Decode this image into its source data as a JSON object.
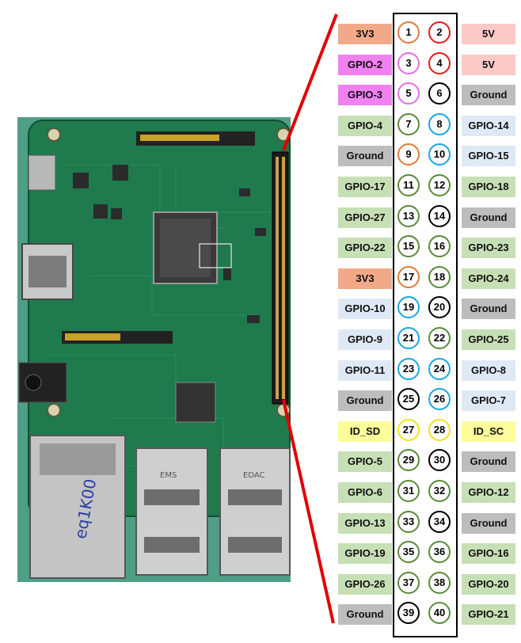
{
  "colors": {
    "power3v3": "#f2a988",
    "power5v": "#fbc9c6",
    "ground": "#bdbdbd",
    "gpio_green": "#c7dfb5",
    "gpio_blue": "#dfe9f6",
    "gpio_magenta": "#f180f1",
    "id": "#fdfd9c",
    "ring_orange": "#e07b39",
    "ring_red": "#e01c1c",
    "ring_pink": "#e46ee4",
    "ring_black": "#000000",
    "ring_green": "#5b8a3b",
    "ring_blue": "#1aa6e3",
    "ring_yellow": "#f2e21a",
    "callout": "#e00000"
  },
  "rows": [
    {
      "left": "3V3",
      "lfill": "power3v3",
      "odd": "1",
      "oring": "ring_orange",
      "even": "2",
      "ering": "ring_red",
      "right": "5V",
      "rfill": "power5v"
    },
    {
      "left": "GPIO-2",
      "lfill": "gpio_magenta",
      "odd": "3",
      "oring": "ring_pink",
      "even": "4",
      "ering": "ring_red",
      "right": "5V",
      "rfill": "power5v"
    },
    {
      "left": "GPIO-3",
      "lfill": "gpio_magenta",
      "odd": "5",
      "oring": "ring_pink",
      "even": "6",
      "ering": "ring_black",
      "right": "Ground",
      "rfill": "ground"
    },
    {
      "left": "GPIO-4",
      "lfill": "gpio_green",
      "odd": "7",
      "oring": "ring_green",
      "even": "8",
      "ering": "ring_blue",
      "right": "GPIO-14",
      "rfill": "gpio_blue"
    },
    {
      "left": "Ground",
      "lfill": "ground",
      "odd": "9",
      "oring": "ring_orange",
      "even": "10",
      "ering": "ring_blue",
      "right": "GPIO-15",
      "rfill": "gpio_blue"
    },
    {
      "left": "GPIO-17",
      "lfill": "gpio_green",
      "odd": "11",
      "oring": "ring_green",
      "even": "12",
      "ering": "ring_green",
      "right": "GPIO-18",
      "rfill": "gpio_green"
    },
    {
      "left": "GPIO-27",
      "lfill": "gpio_green",
      "odd": "13",
      "oring": "ring_green",
      "even": "14",
      "ering": "ring_black",
      "right": "Ground",
      "rfill": "ground"
    },
    {
      "left": "GPIO-22",
      "lfill": "gpio_green",
      "odd": "15",
      "oring": "ring_green",
      "even": "16",
      "ering": "ring_green",
      "right": "GPIO-23",
      "rfill": "gpio_green"
    },
    {
      "left": "3V3",
      "lfill": "power3v3",
      "odd": "17",
      "oring": "ring_orange",
      "even": "18",
      "ering": "ring_green",
      "right": "GPIO-24",
      "rfill": "gpio_green"
    },
    {
      "left": "GPIO-10",
      "lfill": "gpio_blue",
      "odd": "19",
      "oring": "ring_blue",
      "even": "20",
      "ering": "ring_black",
      "right": "Ground",
      "rfill": "ground"
    },
    {
      "left": "GPIO-9",
      "lfill": "gpio_blue",
      "odd": "21",
      "oring": "ring_blue",
      "even": "22",
      "ering": "ring_green",
      "right": "GPIO-25",
      "rfill": "gpio_green"
    },
    {
      "left": "GPIO-11",
      "lfill": "gpio_blue",
      "odd": "23",
      "oring": "ring_blue",
      "even": "24",
      "ering": "ring_blue",
      "right": "GPIO-8",
      "rfill": "gpio_blue"
    },
    {
      "left": "Ground",
      "lfill": "ground",
      "odd": "25",
      "oring": "ring_black",
      "even": "26",
      "ering": "ring_blue",
      "right": "GPIO-7",
      "rfill": "gpio_blue"
    },
    {
      "left": "ID_SD",
      "lfill": "id",
      "odd": "27",
      "oring": "ring_yellow",
      "even": "28",
      "ering": "ring_yellow",
      "right": "ID_SC",
      "rfill": "id"
    },
    {
      "left": "GPIO-5",
      "lfill": "gpio_green",
      "odd": "29",
      "oring": "ring_green",
      "even": "30",
      "ering": "ring_black",
      "right": "Ground",
      "rfill": "ground"
    },
    {
      "left": "GPIO-6",
      "lfill": "gpio_green",
      "odd": "31",
      "oring": "ring_green",
      "even": "32",
      "ering": "ring_green",
      "right": "GPIO-12",
      "rfill": "gpio_green"
    },
    {
      "left": "GPIO-13",
      "lfill": "gpio_green",
      "odd": "33",
      "oring": "ring_green",
      "even": "34",
      "ering": "ring_black",
      "right": "Ground",
      "rfill": "ground"
    },
    {
      "left": "GPIO-19",
      "lfill": "gpio_green",
      "odd": "35",
      "oring": "ring_green",
      "even": "36",
      "ering": "ring_green",
      "right": "GPIO-16",
      "rfill": "gpio_green"
    },
    {
      "left": "GPIO-26",
      "lfill": "gpio_green",
      "odd": "37",
      "oring": "ring_green",
      "even": "38",
      "ering": "ring_green",
      "right": "GPIO-20",
      "rfill": "gpio_green"
    },
    {
      "left": "Ground",
      "lfill": "ground",
      "odd": "39",
      "oring": "ring_black",
      "even": "40",
      "ering": "ring_green",
      "right": "GPIO-21",
      "rfill": "gpio_green"
    }
  ],
  "board": {
    "handwriting": "eq1K00",
    "usb_label_1": "EMS",
    "usb_label_2": "EDAC"
  }
}
